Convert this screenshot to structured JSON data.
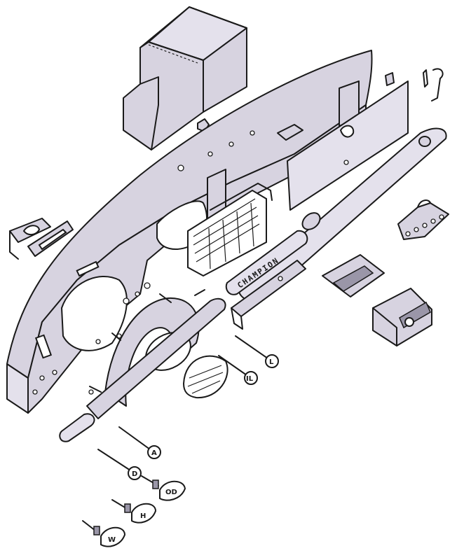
{
  "colors": {
    "ink": "#1a1a1a",
    "paper": "#ffffff",
    "shade": "#d7d3e0",
    "dark_shade": "#9a96a8"
  },
  "panel_name_strip": {
    "text": "CHAMPION"
  },
  "knobs": [
    {
      "name": "knob-l",
      "label": "L"
    },
    {
      "name": "knob-il",
      "label": "IL"
    },
    {
      "name": "knob-a",
      "label": "A"
    },
    {
      "name": "knob-d",
      "label": "D"
    },
    {
      "name": "knob-od",
      "label": "OD"
    },
    {
      "name": "knob-h",
      "label": "H"
    },
    {
      "name": "knob-w",
      "label": "W"
    }
  ]
}
